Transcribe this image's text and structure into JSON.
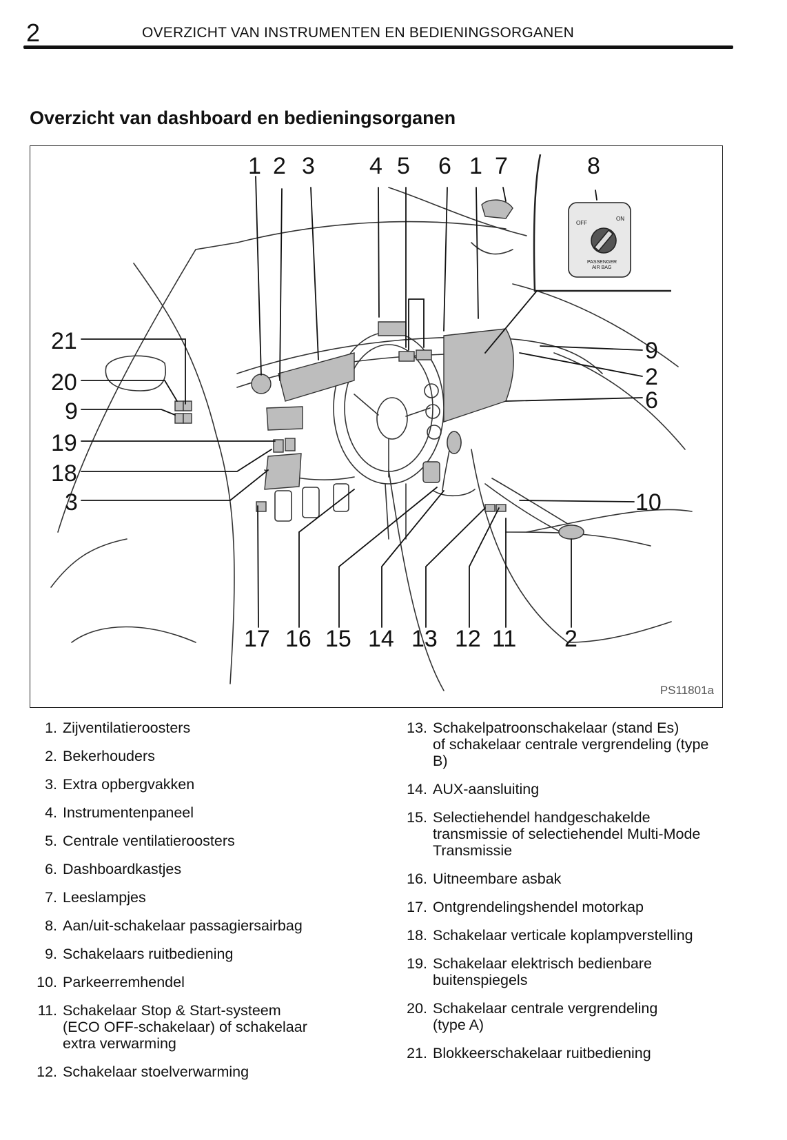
{
  "header": {
    "page_number": "2",
    "title": "OVERZICHT VAN INSTRUMENTEN EN BEDIENINGSORGANEN"
  },
  "section_title": "Overzicht van dashboard en bedieningsorganen",
  "figure": {
    "code": "PS11801a",
    "callouts_top": [
      "1",
      "2",
      "3",
      "4",
      "5",
      "6",
      "1",
      "7",
      "8"
    ],
    "callouts_left": [
      "21",
      "20",
      "9",
      "19",
      "18",
      "3"
    ],
    "callouts_right": [
      "9",
      "2",
      "6",
      "10"
    ],
    "callouts_bottom": [
      "17",
      "16",
      "15",
      "14",
      "13",
      "12",
      "11",
      "2"
    ],
    "inset_labels": {
      "off": "OFF",
      "on": "ON",
      "caption_line1": "PASSENGER",
      "caption_line2": "AIR BAG"
    }
  },
  "legend_left": [
    {
      "num": "1.",
      "lines": [
        "Zijventilatieroosters"
      ]
    },
    {
      "num": "2.",
      "lines": [
        "Bekerhouders"
      ]
    },
    {
      "num": "3.",
      "lines": [
        "Extra opbergvakken"
      ]
    },
    {
      "num": "4.",
      "lines": [
        "Instrumentenpaneel"
      ]
    },
    {
      "num": "5.",
      "lines": [
        "Centrale ventilatieroosters"
      ]
    },
    {
      "num": "6.",
      "lines": [
        "Dashboardkastjes"
      ]
    },
    {
      "num": "7.",
      "lines": [
        "Leeslampjes"
      ]
    },
    {
      "num": "8.",
      "lines": [
        "Aan/uit‑schakelaar passagiersairbag"
      ]
    },
    {
      "num": "9.",
      "lines": [
        "Schakelaars ruitbediening"
      ]
    },
    {
      "num": "10.",
      "lines": [
        "Parkeerremhendel"
      ]
    },
    {
      "num": "11.",
      "lines": [
        "Schakelaar Stop & Start‑systeem",
        "(ECO OFF‑schakelaar) of schakelaar",
        "extra verwarming"
      ]
    },
    {
      "num": "12.",
      "lines": [
        "Schakelaar stoelverwarming"
      ]
    }
  ],
  "legend_right": [
    {
      "num": "13.",
      "lines": [
        "Schakelpatroonschakelaar (stand Es)",
        "of schakelaar centrale vergrendeling (type",
        "B)"
      ]
    },
    {
      "num": "14.",
      "lines": [
        "AUX‑aansluiting"
      ]
    },
    {
      "num": "15.",
      "lines": [
        "Selectiehendel handgeschakelde",
        "transmissie of selectiehendel Multi‑Mode",
        "Transmissie"
      ]
    },
    {
      "num": "16.",
      "lines": [
        "Uitneembare asbak"
      ]
    },
    {
      "num": "17.",
      "lines": [
        "Ontgrendelingshendel motorkap"
      ]
    },
    {
      "num": "18.",
      "lines": [
        "Schakelaar verticale koplampverstelling"
      ]
    },
    {
      "num": "19.",
      "lines": [
        "Schakelaar elektrisch bedienbare",
        "buitenspiegels"
      ]
    },
    {
      "num": "20.",
      "lines": [
        "Schakelaar centrale vergrendeling",
        "(type A)"
      ]
    },
    {
      "num": "21.",
      "lines": [
        "Blokkeerschakelaar ruitbediening"
      ]
    }
  ]
}
